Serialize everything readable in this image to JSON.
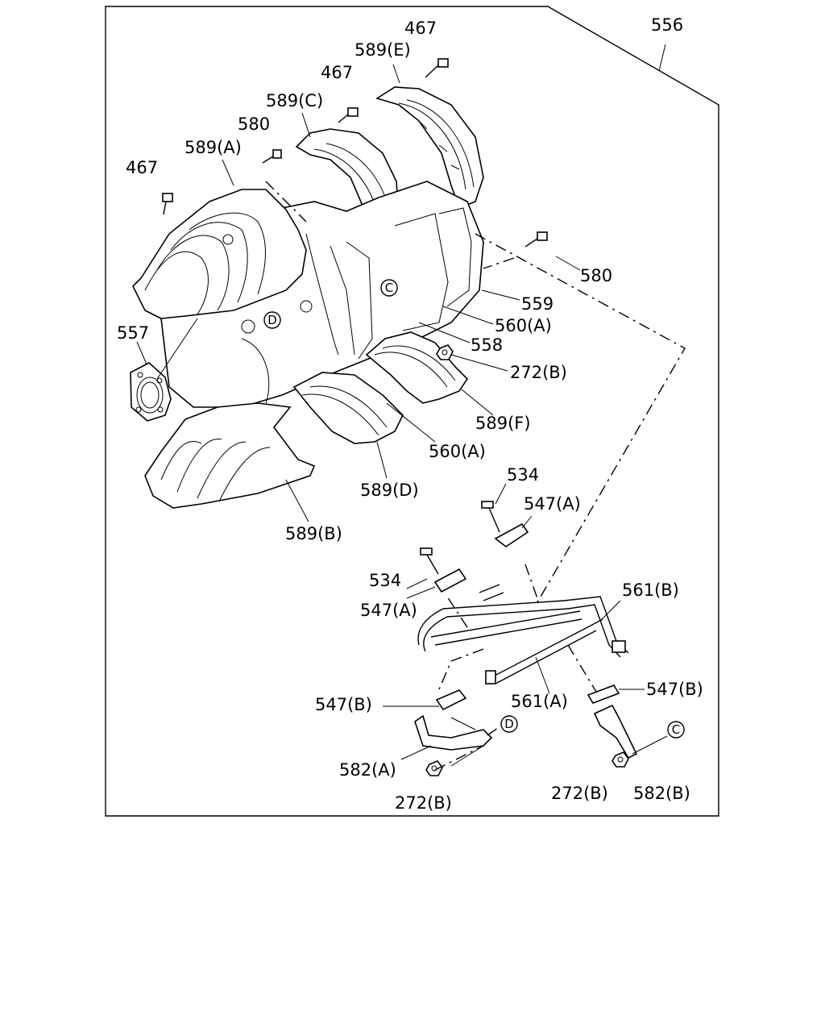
{
  "callouts": {
    "c467a": "467",
    "c589e": "589(E)",
    "c467b": "467",
    "c589c": "589(C)",
    "c580a": "580",
    "c589a": "589(A)",
    "c467c": "467",
    "c556": "556",
    "c580b": "580",
    "c559": "559",
    "c560a1": "560(A)",
    "c558": "558",
    "c557": "557",
    "c272b1": "272(B)",
    "c589f": "589(F)",
    "c560a2": "560(A)",
    "c589d": "589(D)",
    "c589b": "589(B)",
    "c534a": "534",
    "c547a1": "547(A)",
    "c534b": "534",
    "c547a2": "547(A)",
    "c561b": "561(B)",
    "c547b1": "547(B)",
    "c561a": "561(A)",
    "c547b2": "547(B)",
    "c582a": "582(A)",
    "c272b2": "272(B)",
    "c272b3": "272(B)",
    "c582b": "582(B)"
  },
  "markers": {
    "c_upper": "C",
    "d_upper": "D",
    "d_lower": "D",
    "c_lower": "C"
  }
}
